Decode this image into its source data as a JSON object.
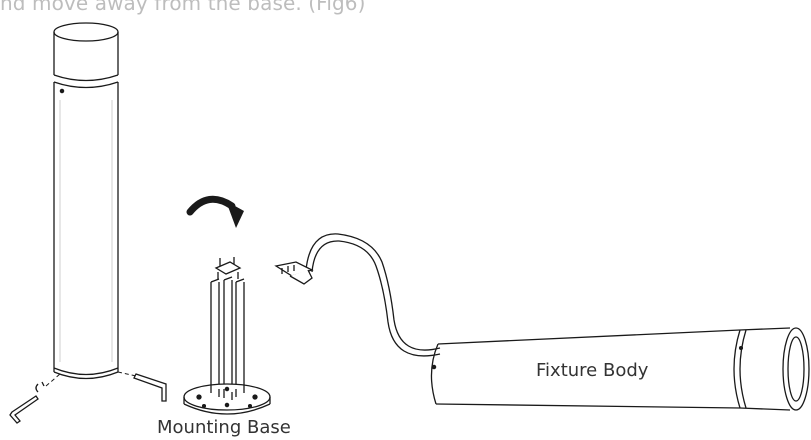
{
  "caption": {
    "text": "nd move away from the base. (Fig6)"
  },
  "labels": {
    "mounting_base": "Mounting Base",
    "fixture_body": "Fixture Body"
  },
  "colors": {
    "stroke": "#1a1a1a",
    "caption": "#bdbdbd",
    "label": "#333333"
  }
}
